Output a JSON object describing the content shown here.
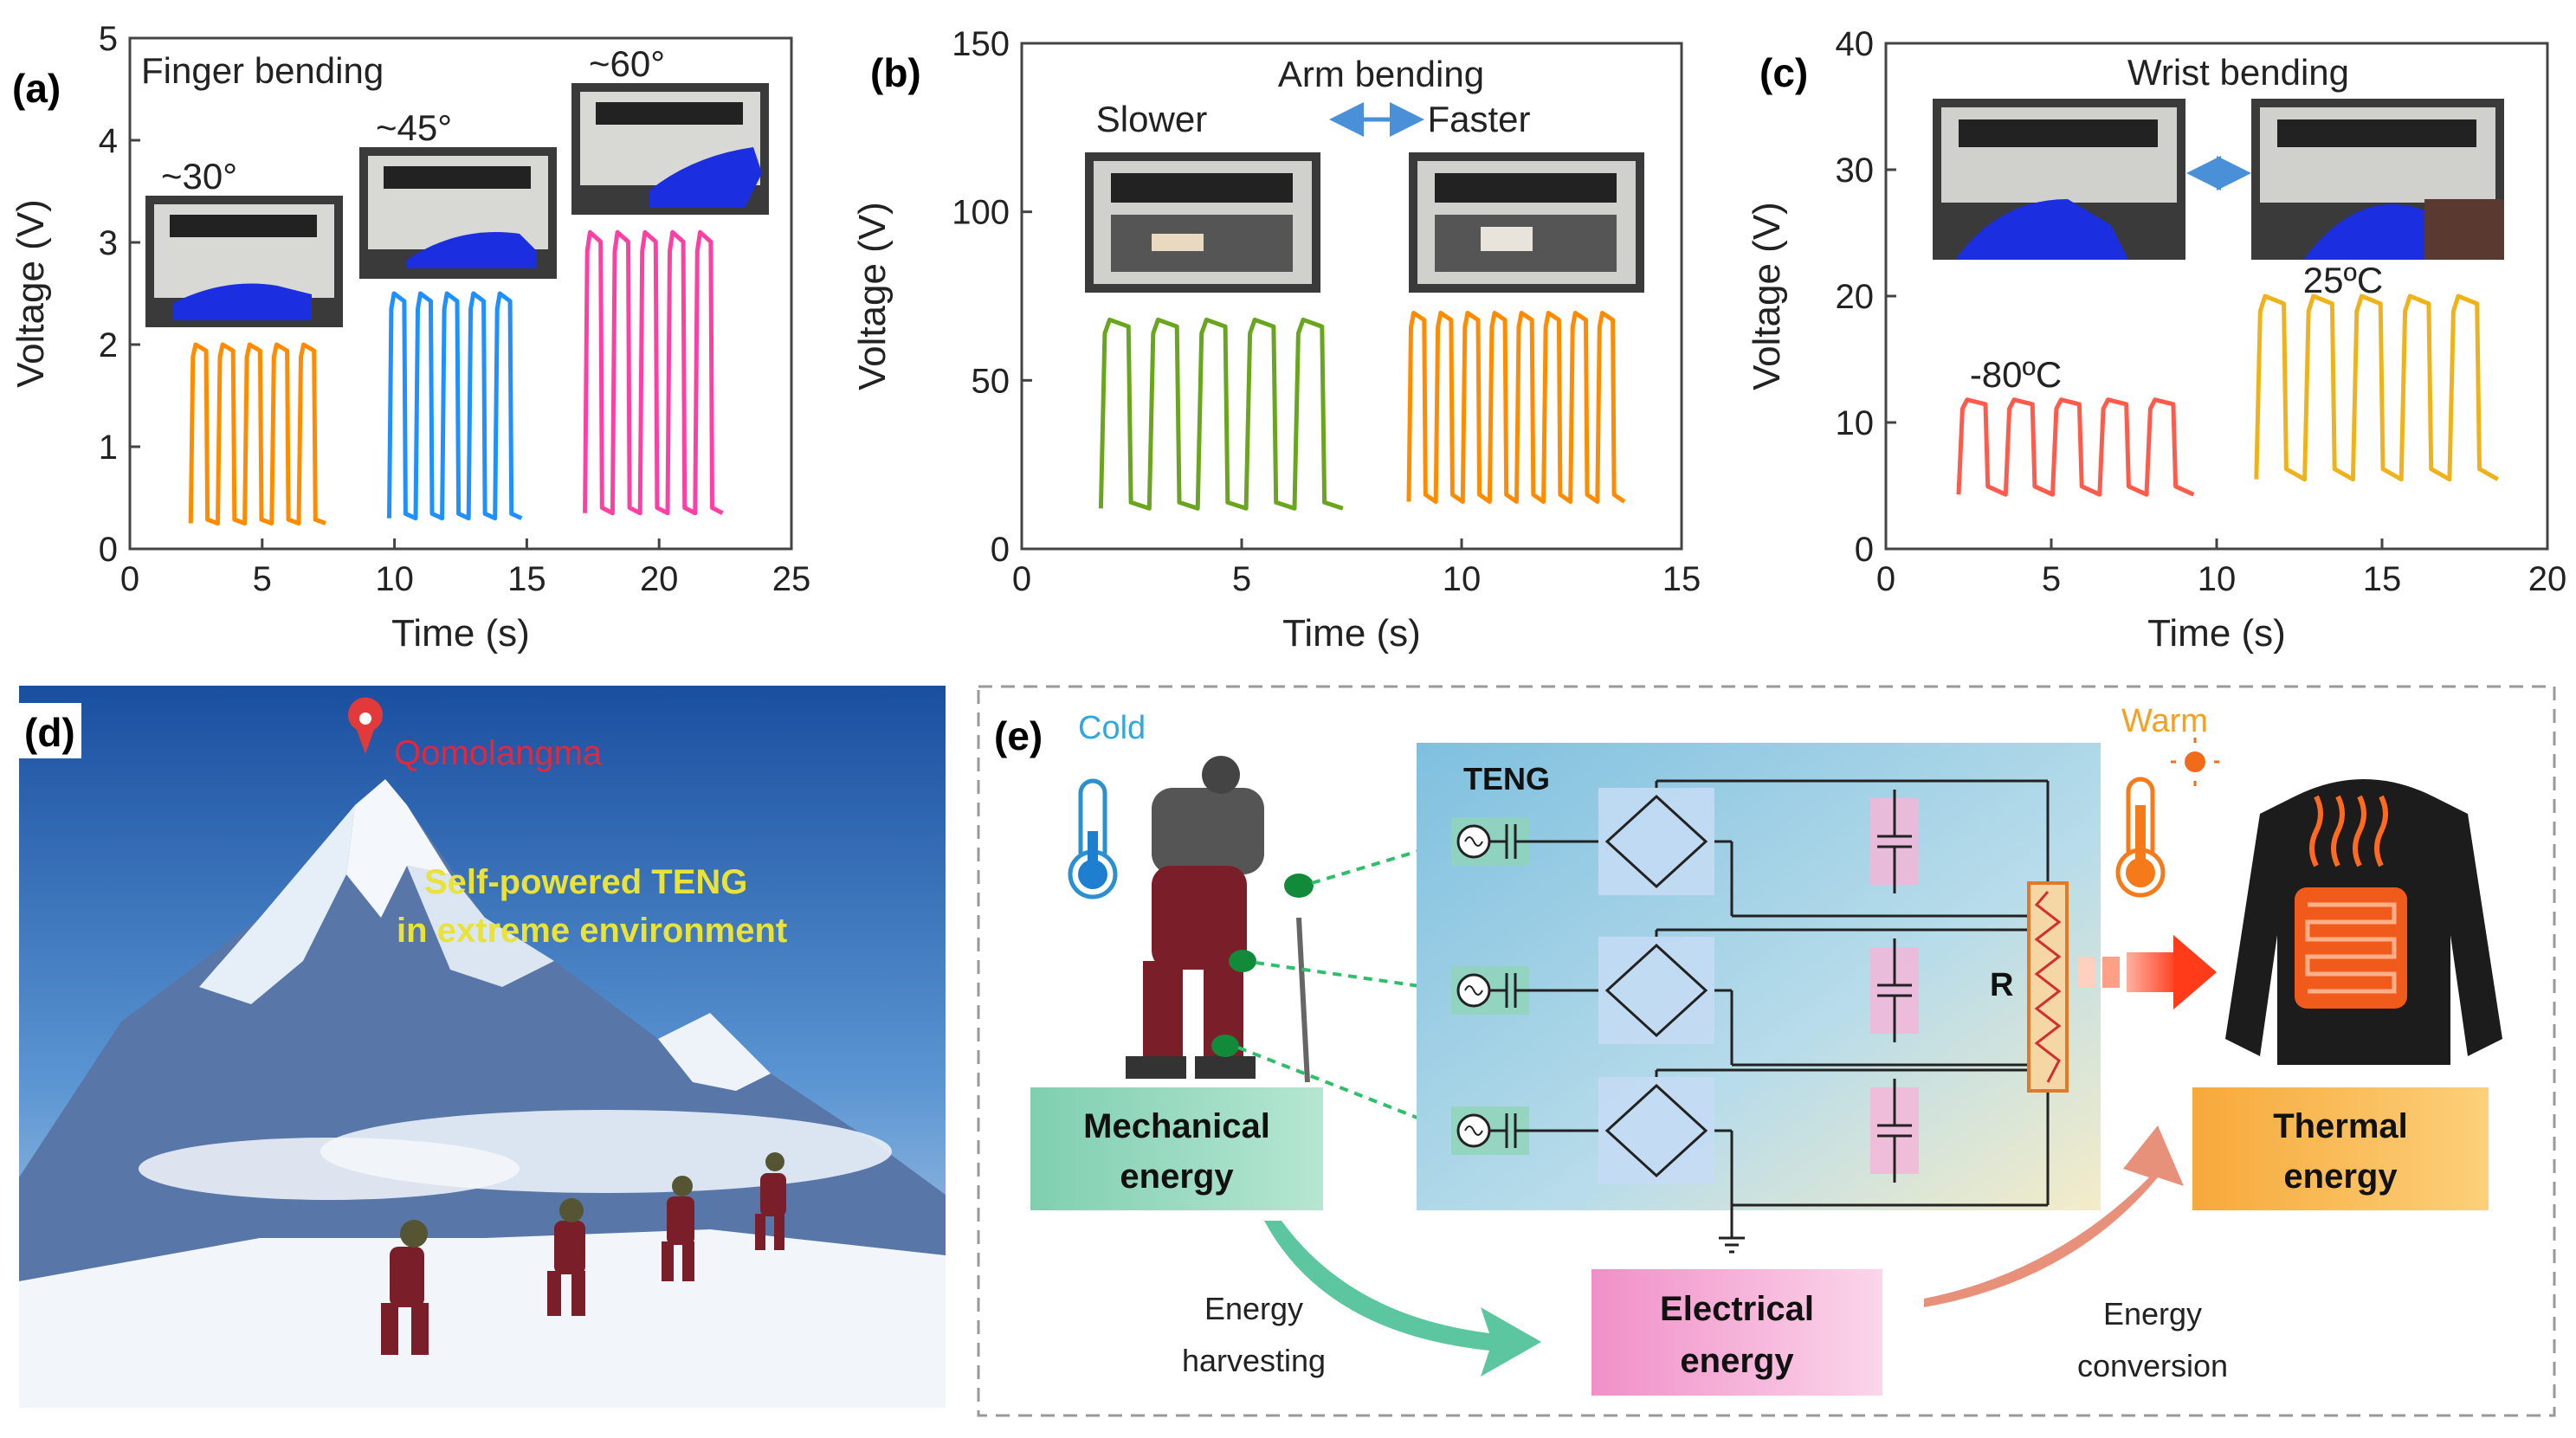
{
  "panels": {
    "a": "(a)",
    "b": "(b)",
    "c": "(c)",
    "d": "(d)",
    "e": "(e)"
  },
  "chart_data": [
    {
      "type": "line",
      "panel": "(a)",
      "title": "Finger bending",
      "xlabel": "Time (s)",
      "ylabel": "Voltage (V)",
      "xlim": [
        0,
        25
      ],
      "ylim": [
        0,
        5
      ],
      "xticks": [
        0,
        5,
        10,
        15,
        20,
        25
      ],
      "yticks": [
        0,
        1,
        2,
        3,
        4,
        5
      ],
      "annotations": [
        "~30°",
        "~45°",
        "~60°"
      ],
      "series": [
        {
          "color": "#ff8c00",
          "x_start": 2.3,
          "x_end": 7.4,
          "cycles": 5,
          "low": 0.25,
          "high": 2.0
        },
        {
          "color": "#1e90ff",
          "x_start": 9.8,
          "x_end": 14.8,
          "cycles": 5,
          "low": 0.3,
          "high": 2.5
        },
        {
          "color": "#ff3fa4",
          "x_start": 17.2,
          "x_end": 22.4,
          "cycles": 5,
          "low": 0.35,
          "high": 3.1
        }
      ]
    },
    {
      "type": "line",
      "panel": "(b)",
      "title": "Arm bending",
      "xlabel": "Time (s)",
      "ylabel": "Voltage (V)",
      "xlim": [
        0,
        15
      ],
      "ylim": [
        0,
        150
      ],
      "xticks": [
        0,
        5,
        10,
        15
      ],
      "yticks": [
        0,
        50,
        100,
        150
      ],
      "annotations": [
        "Slower",
        "Faster"
      ],
      "series": [
        {
          "color": "#6aa51e",
          "x_start": 1.8,
          "x_end": 7.3,
          "cycles": 5,
          "low": 12,
          "high": 68
        },
        {
          "color": "#ff8c00",
          "x_start": 8.8,
          "x_end": 13.7,
          "cycles": 8,
          "low": 14,
          "high": 70
        }
      ]
    },
    {
      "type": "line",
      "panel": "(c)",
      "title": "Wrist bending",
      "xlabel": "Time (s)",
      "ylabel": "Voltage (V)",
      "xlim": [
        0,
        20
      ],
      "ylim": [
        0,
        40
      ],
      "xticks": [
        0,
        5,
        10,
        15,
        20
      ],
      "yticks": [
        0,
        10,
        20,
        30,
        40
      ],
      "annotations": [
        "-80ºC",
        "25ºC"
      ],
      "series": [
        {
          "color": "#ff5a4a",
          "x_start": 2.2,
          "x_end": 9.3,
          "cycles": 5,
          "low": 4.3,
          "high": 11.8
        },
        {
          "color": "#f0b21a",
          "x_start": 11.2,
          "x_end": 18.5,
          "cycles": 5,
          "low": 5.5,
          "high": 20.0
        }
      ]
    }
  ],
  "panel_d": {
    "pin_label": "Qomolangma",
    "caption_line1": "Self-powered TENG",
    "caption_line2": "in extreme environment"
  },
  "panel_e": {
    "cold": "Cold",
    "warm": "Warm",
    "teng": "TENG",
    "resistor": "R",
    "mechanical_line1": "Mechanical",
    "mechanical_line2": "energy",
    "thermal_line1": "Thermal",
    "thermal_line2": "energy",
    "electrical_line1": "Electrical",
    "electrical_line2": "energy",
    "harvest_line1": "Energy",
    "harvest_line2": "harvesting",
    "conversion_line1": "Energy",
    "conversion_line2": "conversion"
  },
  "colors": {
    "mechanical_box": "#8fd4b7",
    "electrical_box": "#f3a6d2",
    "thermal_box": "#f9b84a",
    "circuit_bg": "#9ccde2"
  }
}
